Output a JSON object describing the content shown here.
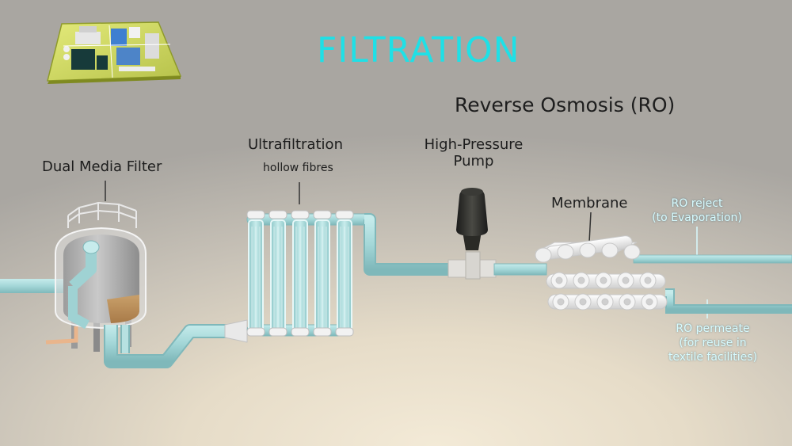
{
  "title": "FILTRATION",
  "section_heading": "Reverse Osmosis (RO)",
  "labels": {
    "dual_media_filter": "Dual Media Filter",
    "ultrafiltration": "Ultrafiltration",
    "hollow_fibres": "hollow fibres",
    "high_pressure_pump_line1": "High-Pressure",
    "high_pressure_pump_line2": "Pump",
    "membrane": "Membrane",
    "ro_reject_line1": "RO reject",
    "ro_reject_line2": "(to Evaporation)",
    "ro_permeate_line1": "RO permeate",
    "ro_permeate_line2": "(for reuse in",
    "ro_permeate_line3": "textile facilities)"
  },
  "colors": {
    "title": "#1fe0e6",
    "pipe": "#a9d6d6",
    "pipe_edge": "#6fa9ad",
    "label_dark": "#1d1d1d",
    "label_outlet": "#d8fbff"
  },
  "icons": [
    "plant-map-thumbnail",
    "dual-media-filter-tank",
    "ultrafiltration-module",
    "high-pressure-pump",
    "ro-membrane-stack"
  ]
}
